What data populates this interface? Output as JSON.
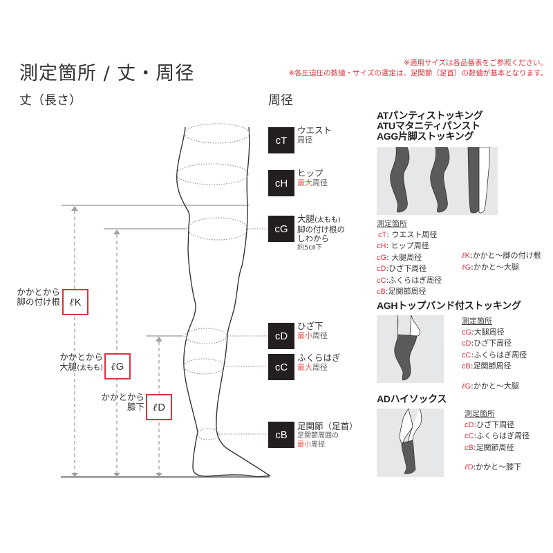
{
  "header": {
    "title": "測定箇所 / 丈・周径",
    "length_heading": "丈（長さ）",
    "girth_heading": "周径",
    "notes": [
      "※適用サイズは各品番表をご参照ください。",
      "※各圧迫圧の数値・サイズの選定は、足関節（足首）の数値が基本となります。"
    ]
  },
  "colors": {
    "accent_red": "#e0303c",
    "highlight_orange": "#e8554a",
    "box_dark": "#231f20",
    "panel_gray": "#e6e7e8"
  },
  "girth_points": [
    {
      "code": "cT",
      "name": "ウエスト",
      "desc_pre": "",
      "desc_red": "",
      "desc_post": "周径",
      "extra": ""
    },
    {
      "code": "cH",
      "name": "ヒップ",
      "desc_pre": "",
      "desc_red": "最大",
      "desc_post": "周径",
      "extra": ""
    },
    {
      "code": "cG",
      "name": "大腿",
      "name_small": "(太もも)",
      "line2": "脚の付け根の",
      "line3": "しわから",
      "line4_red": "約5㎝下"
    },
    {
      "code": "cD",
      "name": "ひざ下",
      "desc_pre": "",
      "desc_red": "最小",
      "desc_post": "周径",
      "extra": ""
    },
    {
      "code": "cC",
      "name": "ふくらはぎ",
      "desc_pre": "",
      "desc_red": "最大",
      "desc_post": "周径",
      "extra": ""
    },
    {
      "code": "cB",
      "name": "足関節（足首）",
      "line2": "足関節周囲の",
      "desc_red": "最小",
      "desc_post": "周径"
    }
  ],
  "length_points": [
    {
      "ell": "ℓ",
      "code": "K",
      "line1": "かかとから",
      "line2": "脚の付け根",
      "line2_small": ""
    },
    {
      "ell": "ℓ",
      "code": "G",
      "line1": "かかとから",
      "line2": "大腿",
      "line2_small": "(太もも)"
    },
    {
      "ell": "ℓ",
      "code": "D",
      "line1": "かかとから",
      "line2": "膝下",
      "line2_small": ""
    }
  ],
  "products": [
    {
      "titles": [
        "ATパンティストッキング",
        "ATUマタニティパンスト",
        "AGG片脚ストッキング"
      ],
      "measure_heading": "測定箇所",
      "girths": [
        {
          "key": "cT",
          "sep": ": ",
          "label": "ウエスト周径"
        },
        {
          "key": "cH",
          "sep": ": ",
          "label": "ヒップ周径"
        },
        {
          "key": "cG",
          "sep": ": ",
          "label": "大腿周径"
        },
        {
          "key": "cD",
          "sep": ":",
          "label": "ひざ下周径"
        },
        {
          "key": "cC",
          "sep": ":",
          "label": "ふくらはぎ周径"
        },
        {
          "key": "cB",
          "sep": ":",
          "label": "足関節周径"
        }
      ],
      "lengths": [
        {
          "key": "K",
          "label": ":かかと～脚の付け根"
        },
        {
          "key": "G",
          "label": ":かかと～大腿"
        }
      ]
    },
    {
      "titles": [
        "AGHトップバンド付ストッキング"
      ],
      "measure_heading": "測定箇所",
      "girths": [
        {
          "key": "cG",
          "sep": ":",
          "label": "大腿周径"
        },
        {
          "key": "cD",
          "sep": ":",
          "label": "ひざ下周径"
        },
        {
          "key": "cC",
          "sep": ":",
          "label": "ふくらはぎ周径"
        },
        {
          "key": "cB",
          "sep": ":",
          "label": "足関節周径"
        }
      ],
      "lengths": [
        {
          "key": "G",
          "label": ":かかと～大腿"
        }
      ]
    },
    {
      "titles": [
        "ADハイソックス"
      ],
      "measure_heading": "測定箇所",
      "girths": [
        {
          "key": "cD",
          "sep": ":",
          "label": "ひざ下周径"
        },
        {
          "key": "cC",
          "sep": ":",
          "label": "ふくらはぎ周径"
        },
        {
          "key": "cB",
          "sep": ":",
          "label": "足関節周径"
        }
      ],
      "lengths": [
        {
          "key": "D",
          "label": ":かかと～膝下"
        }
      ]
    }
  ]
}
